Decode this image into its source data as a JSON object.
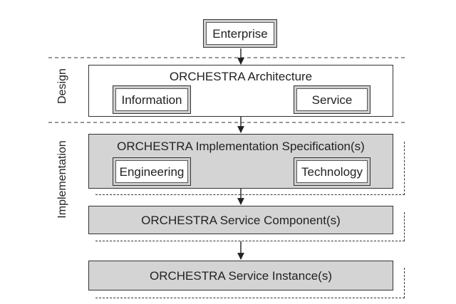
{
  "top": {
    "enterprise": "Enterprise"
  },
  "sections": {
    "design": "Design",
    "implementation": "Implementation"
  },
  "architecture": {
    "title": "ORCHESTRA Architecture",
    "left": "Information",
    "right": "Service"
  },
  "implementation_spec": {
    "title": "ORCHESTRA Implementation Specification(s)",
    "left": "Engineering",
    "right": "Technology"
  },
  "service_component": {
    "title": "ORCHESTRA Service Component(s)"
  },
  "service_instance": {
    "title": "ORCHESTRA Service Instance(s)"
  }
}
